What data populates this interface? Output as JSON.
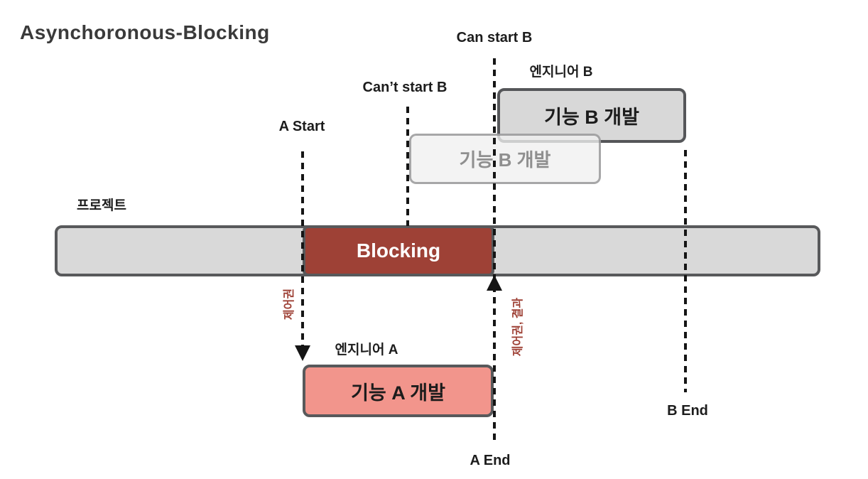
{
  "title": "Asynchoronous-Blocking",
  "timeline_labels": {
    "can_start_b": "Can start B",
    "cant_start_b": "Can’t start B",
    "a_start": "A Start",
    "a_end": "A End",
    "b_end": "B End"
  },
  "actors": {
    "project": "프로젝트",
    "engineer_a": "엔지니어 A",
    "engineer_b": "엔지니어 B"
  },
  "bars": {
    "blocking": "Blocking",
    "feature_a": "기능 A 개발",
    "feature_b": "기능 B 개발",
    "feature_b_ghost": "기능 B 개발"
  },
  "annotations": {
    "control_pass": "제어권",
    "control_return": "제어권, 결과"
  },
  "colors": {
    "blocking_red": "#9E4136",
    "feature_a_pink": "#F2958C",
    "project_gray": "#D9D9D9",
    "feature_b_gray": "#D8D8D8",
    "border_dark": "#58595B",
    "annotation_red": "#9E4136",
    "line_black": "#151515"
  }
}
